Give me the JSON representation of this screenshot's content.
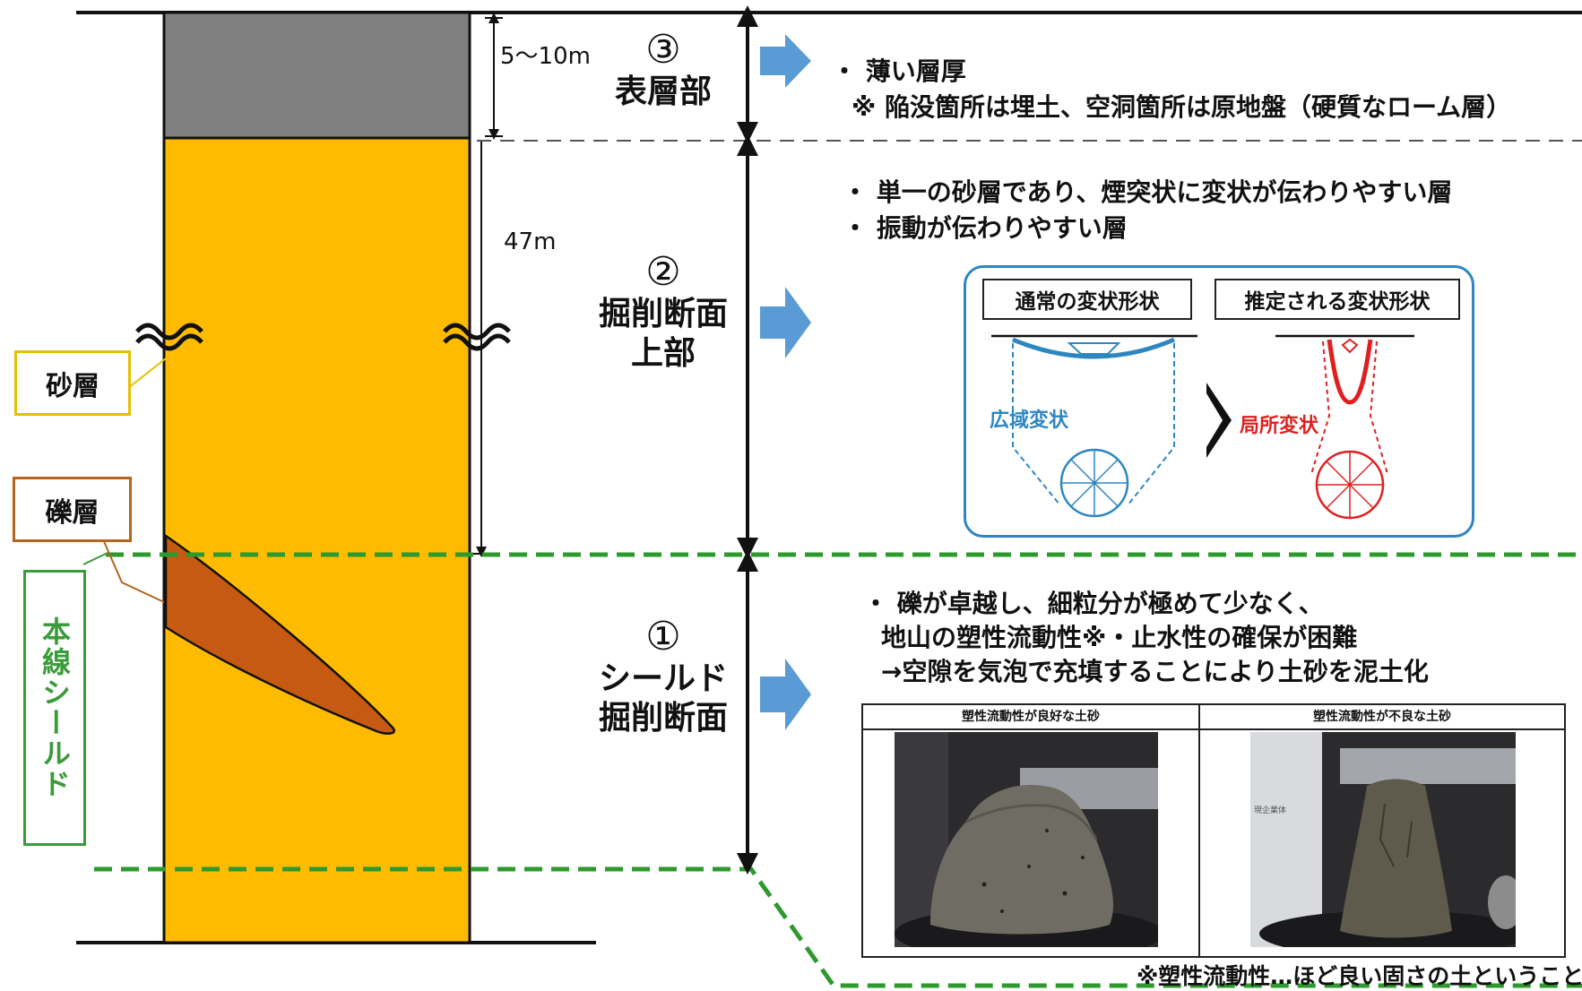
{
  "dimensions": {
    "surface_thickness": "5～10m",
    "total_depth": "47m"
  },
  "layer_labels": {
    "sand": "砂層",
    "gravel": "礫層",
    "shield": "本線シールド"
  },
  "sections": [
    {
      "number": "③",
      "name": "表層部"
    },
    {
      "number": "②",
      "name": "掘削断面\n上部"
    },
    {
      "number": "①",
      "name": "シールド\n掘削断面"
    }
  ],
  "notes": {
    "section3": [
      "・  薄い層厚",
      "※  陥没箇所は埋土、空洞箇所は原地盤（硬質なローム層）"
    ],
    "section2": [
      "・  単一の砂層であり、煙突状に変状が伝わりやすい層",
      "・  振動が伝わりやすい層"
    ],
    "section1": [
      "・  礫が卓越し、細粒分が極めて少なく、",
      "地山の塑性流動性※・止水性の確保が困難",
      "→空隙を気泡で充填することにより土砂を泥土化"
    ]
  },
  "deformation_panel": {
    "normal_title": "通常の変状形状",
    "estimated_title": "推定される変状形状",
    "wide_label": "広域変状",
    "local_label": "局所変状"
  },
  "photos": {
    "good": "塑性流動性が良好な土砂",
    "bad": "塑性流動性が不良な土砂",
    "tag": "現企業体"
  },
  "footnote": "※塑性流動性…ほど良い固さの土ということ",
  "colors": {
    "sand_layer": "#FFBB00",
    "surface_layer": "#808080",
    "gravel_lens": "#C65A12",
    "arrow_blue": "#5B9BD5",
    "dashed_green": "#2E9A2E",
    "panel_border": "#2E86C1",
    "deformation_red": "#E02020",
    "shield_green": "#3A9B3A",
    "sand_box_border": "#E5C000",
    "gravel_box_border": "#B5651D"
  }
}
